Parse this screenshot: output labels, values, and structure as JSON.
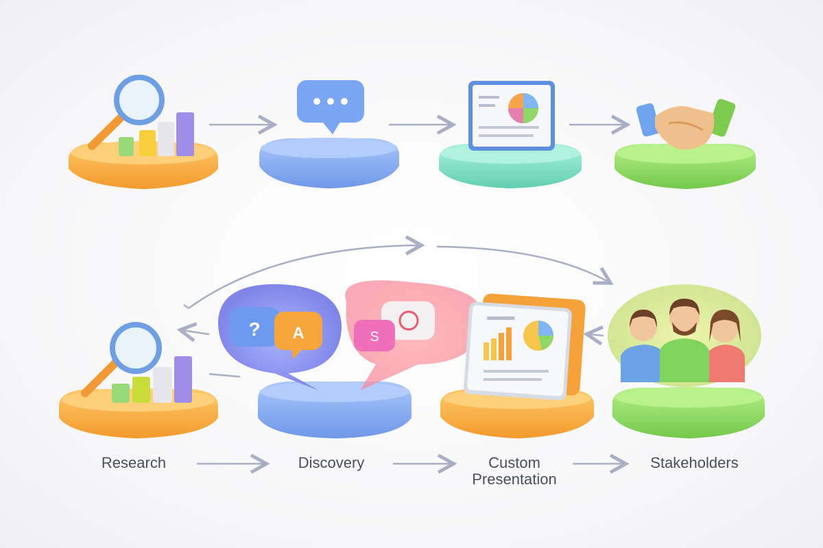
{
  "labels": {
    "research": "Research",
    "discovery": "Discovery",
    "custom_presentation_line1": "Custom",
    "custom_presentation_line2": "Presentation",
    "stakeholders": "Stakeholders"
  },
  "icons": {
    "top_row": [
      "magnifier-chart-icon",
      "chat-bubble-icon",
      "presentation-board-icon",
      "handshake-icon"
    ],
    "bottom_row": [
      "magnifier-chart-icon",
      "question-bubbles-icon",
      "presentation-board-icon",
      "people-group-icon"
    ]
  },
  "colors": {
    "orange": "#f6a23a",
    "blue": "#7ea6ee",
    "teal": "#7fdcc0",
    "green": "#8fd867",
    "arrow": "#a9aec4",
    "text": "#4a4d5e"
  }
}
